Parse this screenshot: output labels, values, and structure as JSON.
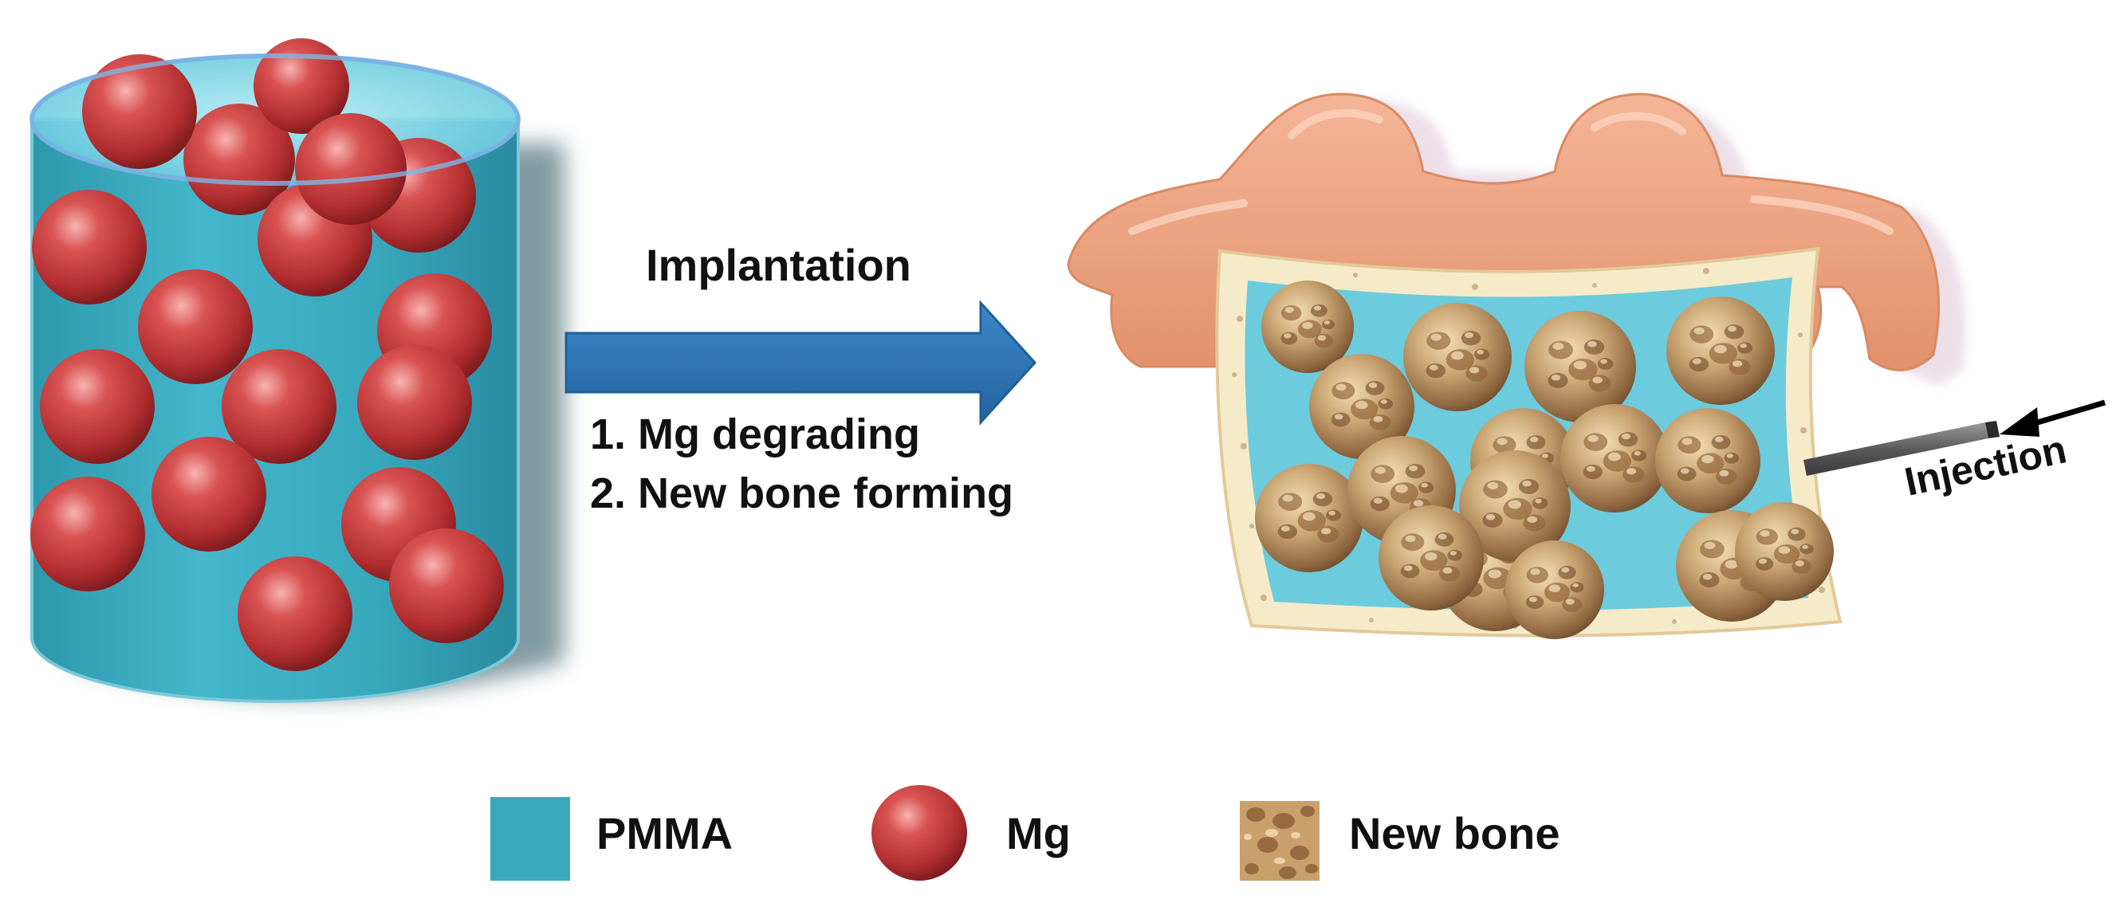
{
  "labels": {
    "implantation": "Implantation",
    "step1": "1. Mg degrading",
    "step2": "2. New bone forming",
    "injection": "Injection"
  },
  "legend": {
    "pmma": "PMMA",
    "mg": "Mg",
    "new_bone": "New bone"
  },
  "colors": {
    "pmma": "#39a9bf",
    "mg": "#c9393d",
    "arrow": "#2e75b6",
    "vertebra": "#f0a883",
    "new_bone": "#b08a5c",
    "cortical": "#f6ebc8"
  }
}
